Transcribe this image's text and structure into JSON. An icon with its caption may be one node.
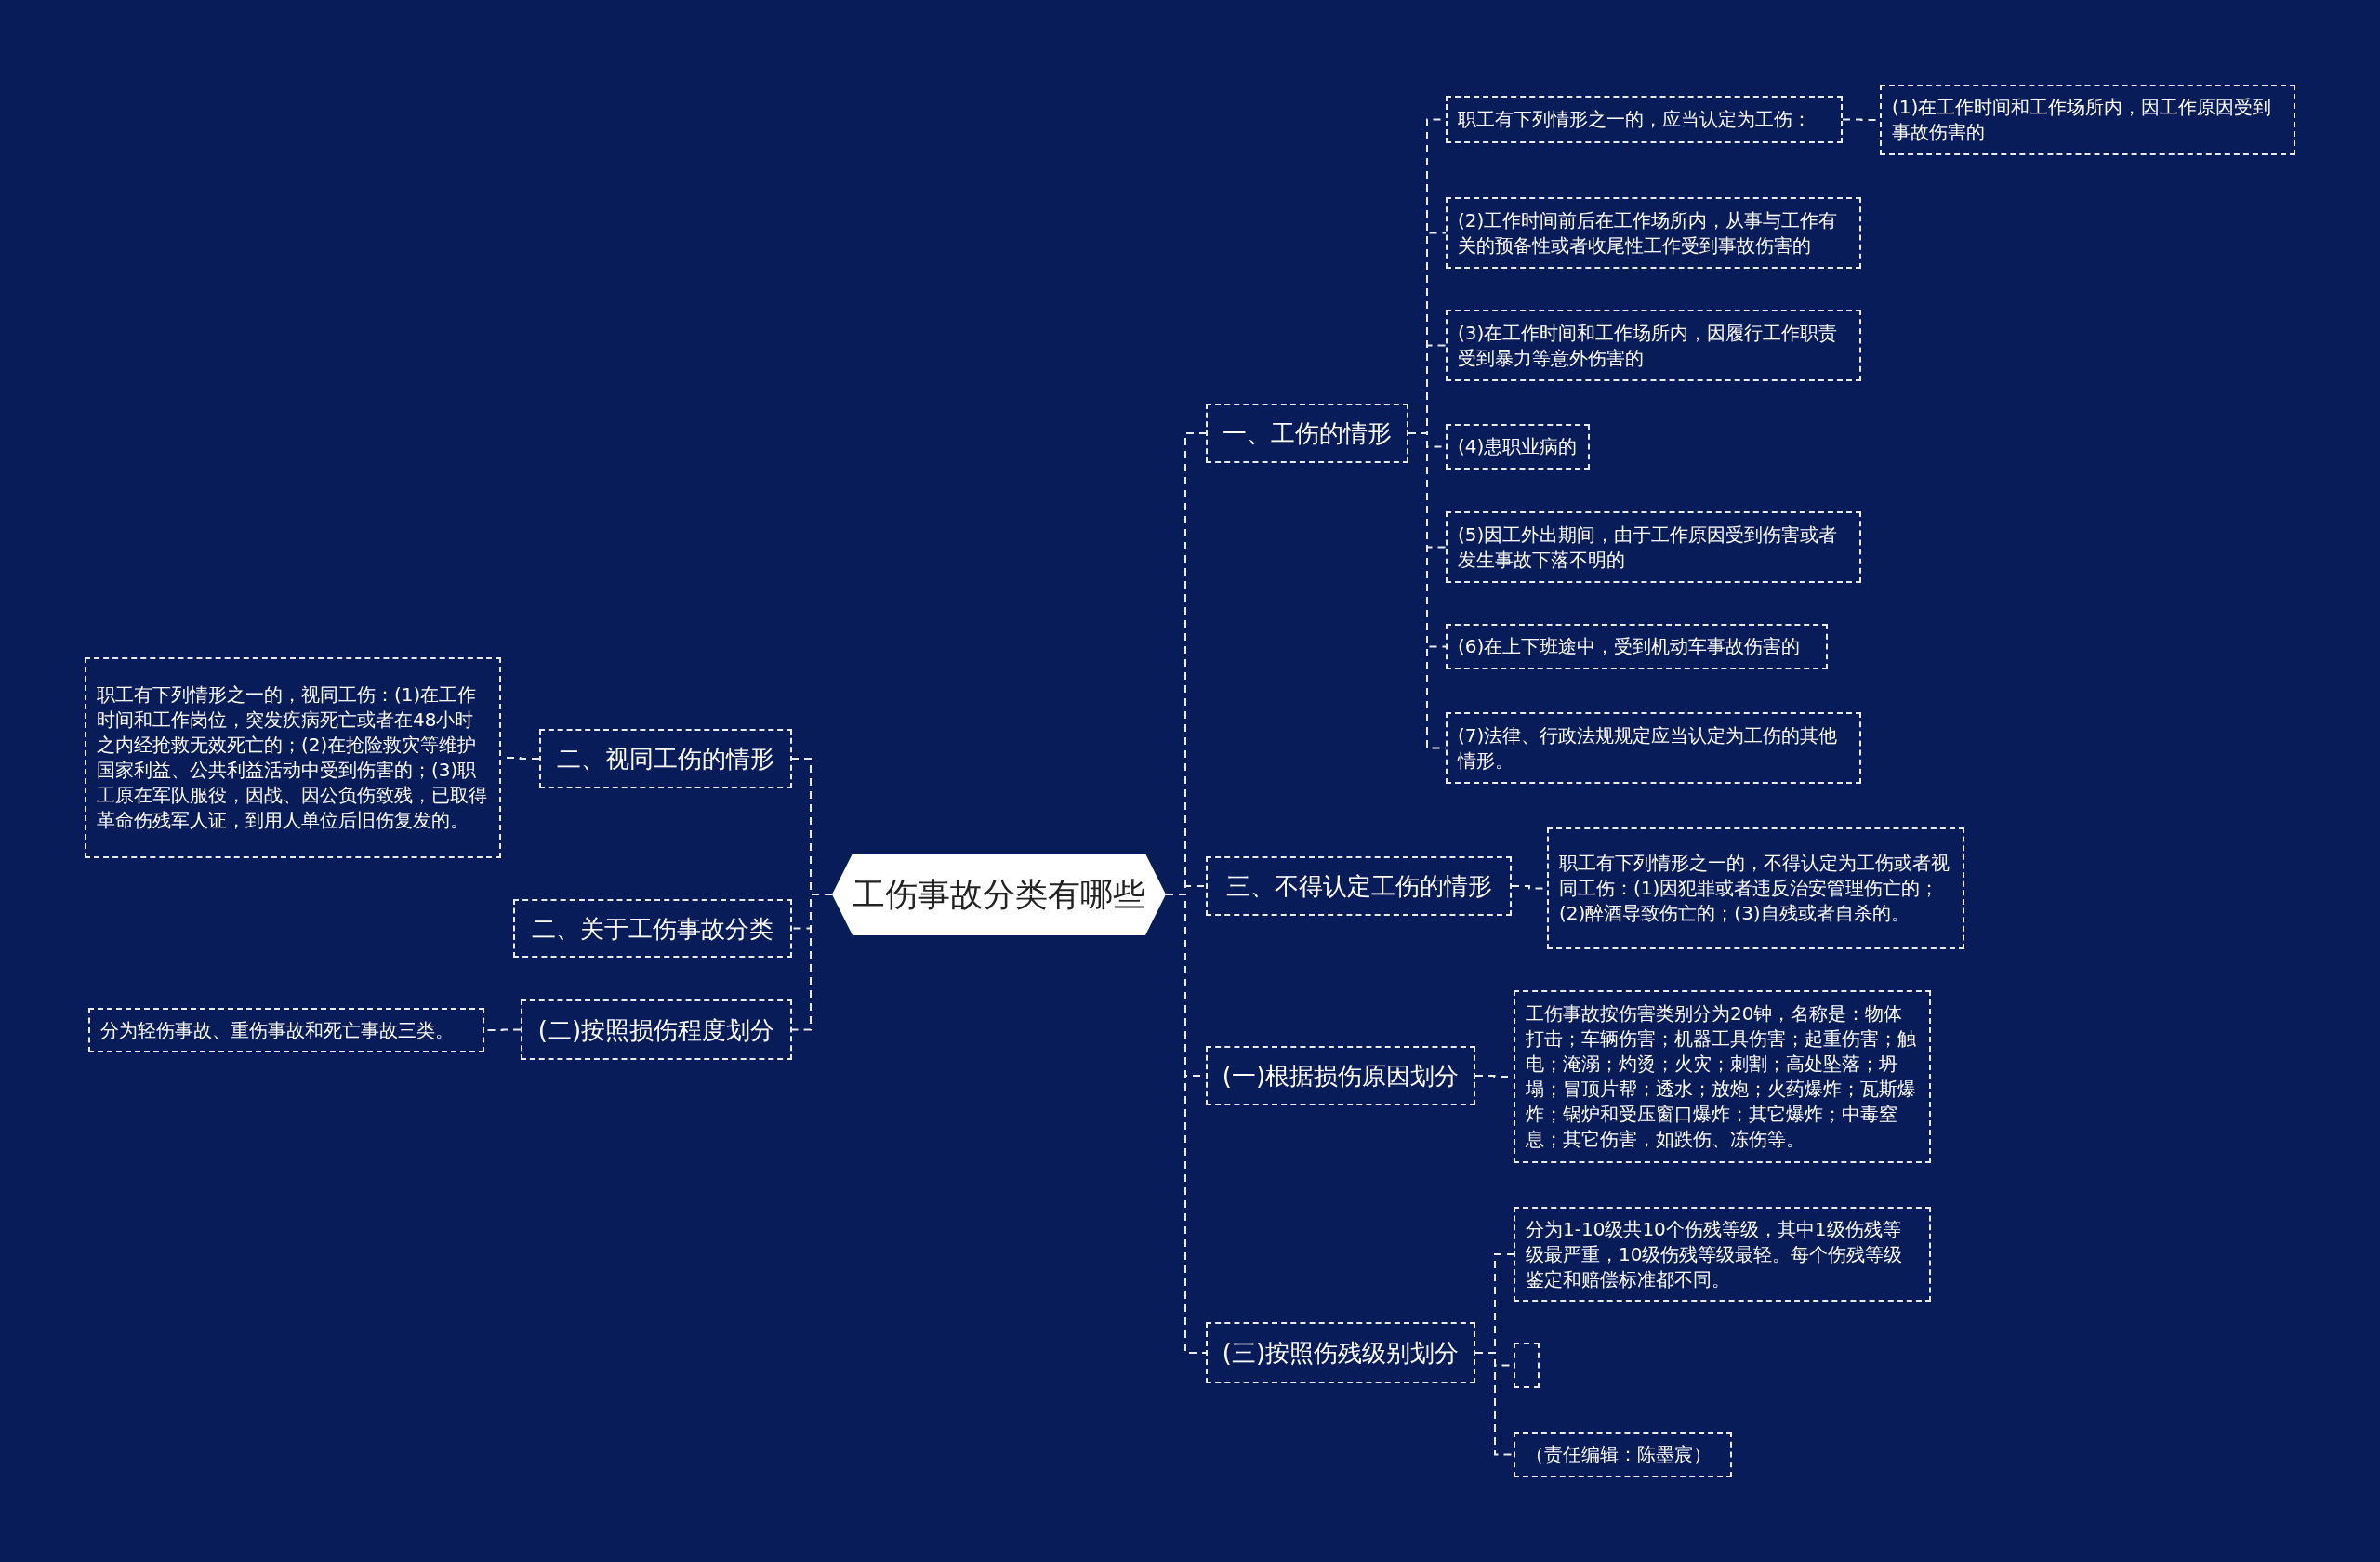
{
  "diagram": {
    "nodes": [
      {
        "text": [
          "工伤事故分类有哪些"
        ]
      },
      {
        "text": [
          "一、工伤的情形"
        ]
      },
      {
        "text": [
          "职工有下列情形之一的，应当认定为工伤："
        ]
      },
      {
        "text": [
          "(1)在工作时间和工作场所内，因工作原因受到事故伤害的"
        ]
      },
      {
        "text": [
          "(2)工作时间前后在工作场所内，从事与工作有关的预备性或者收尾性工作受到事故伤害的"
        ]
      },
      {
        "text": [
          "(3)在工作时间和工作场所内，因履行工作职责受到暴力等意外伤害的"
        ]
      },
      {
        "text": [
          "(4)患职业病的"
        ]
      },
      {
        "text": [
          "(5)因工外出期间，由于工作原因受到伤害或者发生事故下落不明的"
        ]
      },
      {
        "text": [
          "(6)在上下班途中，受到机动车事故伤害的"
        ]
      },
      {
        "text": [
          "(7)法律、行政法规规定应当认定为工伤的其他情形。"
        ]
      },
      {
        "text": [
          "三、不得认定工伤的情形"
        ]
      },
      {
        "text": [
          "职工有下列情形之一的，不得认定为工伤或者视同工伤：(1)因犯罪或者违反治安管理伤亡的；(2)醉酒导致伤亡的；(3)自残或者自杀的。"
        ]
      },
      {
        "text": [
          "(一)根据损伤原因划分"
        ]
      },
      {
        "text": [
          "工伤事故按伤害类别分为20钟，名称是：物体打击；车辆伤害；机器工具伤害；起重伤害；触电；淹溺；灼烫；火灾；刺割；高处坠落；坍塌；冒顶片帮；透水；放炮；火药爆炸；瓦斯爆炸；锅炉和受压窗口爆炸；其它爆炸；中毒窒息；其它伤害，如跌伤、冻伤等。"
        ]
      },
      {
        "text": [
          "(三)按照伤残级别划分"
        ]
      },
      {
        "text": [
          "分为1-10级共10个伤残等级，其中1级伤残等级最严重，10级伤残等级最轻。每个伤残等级鉴定和赔偿标准都不同。"
        ]
      },
      {
        "text": [],
        "shape": "box"
      },
      {
        "text": [
          "（责任编辑：陈墨宸）"
        ]
      },
      {
        "text": [
          "二、视同工伤的情形"
        ]
      },
      {
        "text": [
          "职工有下列情形之一的，视同工伤：(1)在工作时间和工作岗位，突发疾病死亡或者在48小时之内经抢救无效死亡的；(2)在抢险救灾等维护国家利益、公共利益活动中受到伤害的；(3)职工原在军队服役，因战、因公负伤致残，已取得革命伤残军人证，到用人单位后旧伤复发的。"
        ]
      },
      {
        "text": [
          "二、关于工伤事故分类"
        ]
      },
      {
        "text": [
          "(二)按照损伤程度划分"
        ]
      },
      {
        "text": [
          "分为轻伤事故、重伤事故和死亡事故三类。"
        ]
      }
    ],
    "edges": [
      {
        "from": 0,
        "to": 1,
        "arrow": "none"
      },
      {
        "from": 1,
        "to": 2,
        "arrow": "none"
      },
      {
        "from": 2,
        "to": 3,
        "arrow": "none"
      },
      {
        "from": 1,
        "to": 4,
        "arrow": "none"
      },
      {
        "from": 1,
        "to": 5,
        "arrow": "none"
      },
      {
        "from": 1,
        "to": 6,
        "arrow": "none"
      },
      {
        "from": 1,
        "to": 7,
        "arrow": "none"
      },
      {
        "from": 1,
        "to": 8,
        "arrow": "none"
      },
      {
        "from": 1,
        "to": 9,
        "arrow": "none"
      },
      {
        "from": 0,
        "to": 10,
        "arrow": "none"
      },
      {
        "from": 10,
        "to": 11,
        "arrow": "none"
      },
      {
        "from": 0,
        "to": 12,
        "arrow": "none"
      },
      {
        "from": 12,
        "to": 13,
        "arrow": "none"
      },
      {
        "from": 0,
        "to": 14,
        "arrow": "none"
      },
      {
        "from": 14,
        "to": 15,
        "arrow": "none"
      },
      {
        "from": 14,
        "to": 16,
        "arrow": "none"
      },
      {
        "from": 14,
        "to": 17,
        "arrow": "none"
      },
      {
        "from": 0,
        "to": 18,
        "arrow": "none"
      },
      {
        "from": 18,
        "to": 19,
        "arrow": "none"
      },
      {
        "from": 0,
        "to": 20,
        "arrow": "none"
      },
      {
        "from": 0,
        "to": 21,
        "arrow": "none"
      },
      {
        "from": 21,
        "to": 22,
        "arrow": "none"
      }
    ]
  }
}
